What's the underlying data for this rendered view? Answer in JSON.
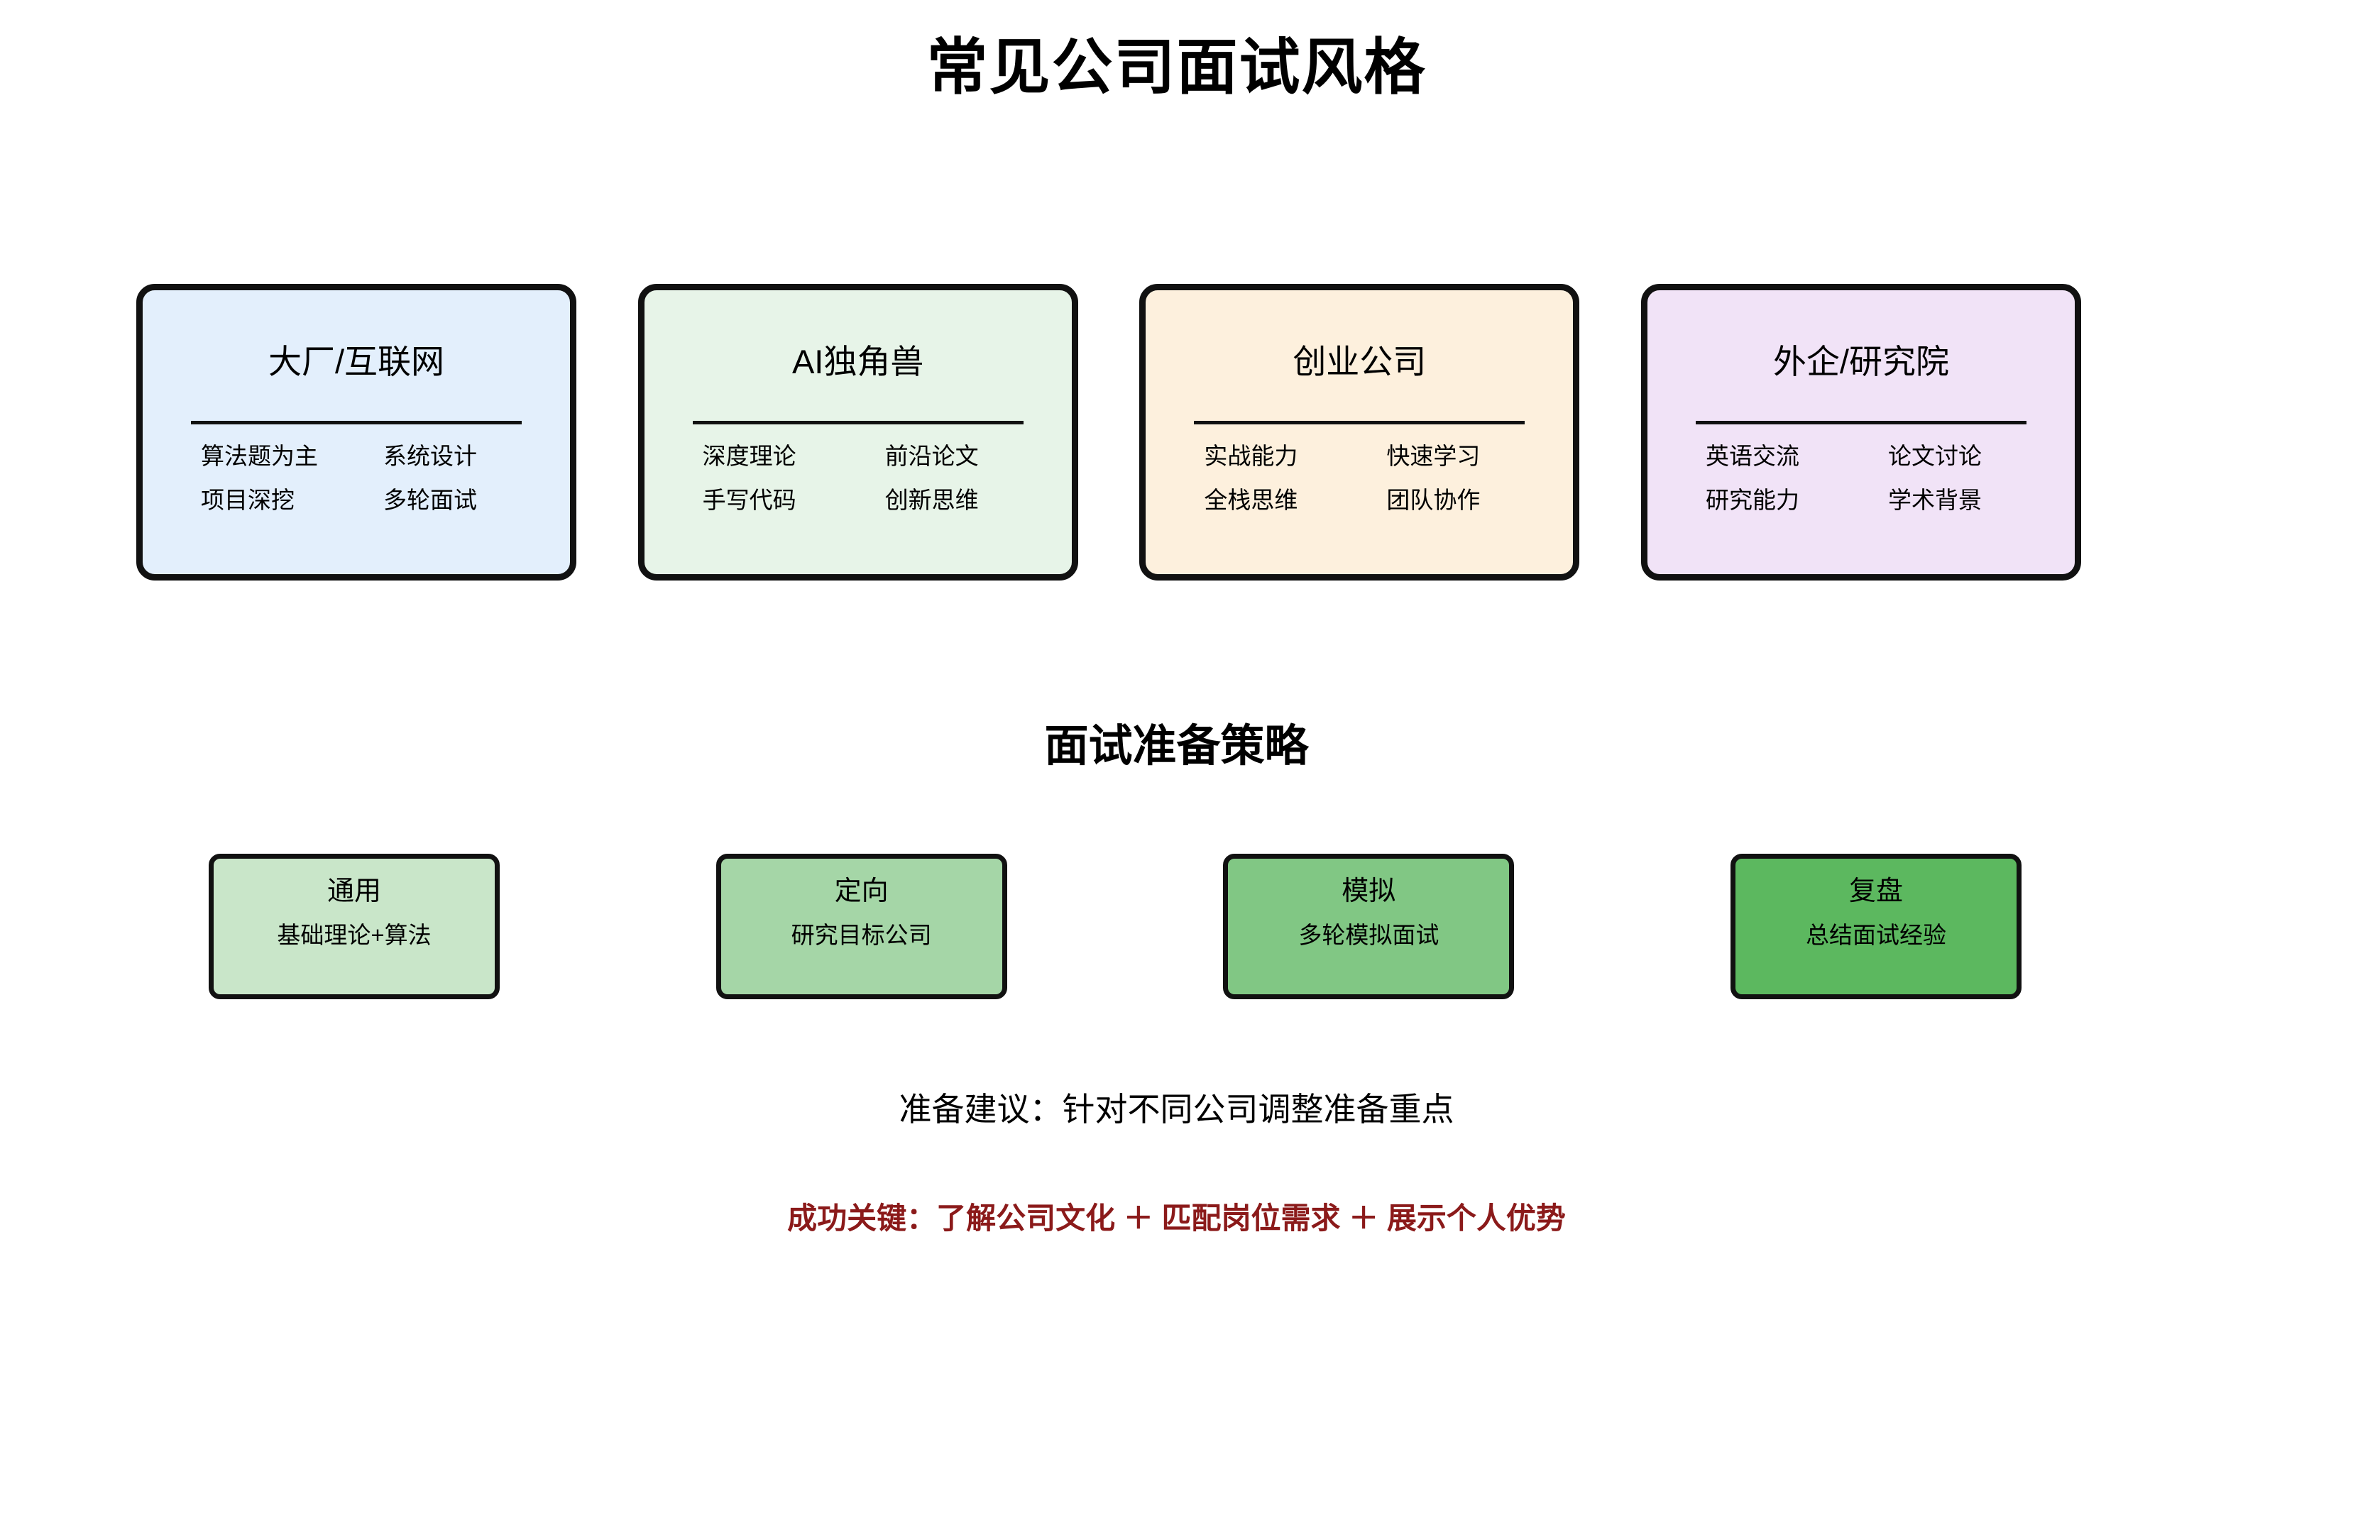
{
  "title": "常见公司面试风格",
  "style_section": {
    "cards": [
      {
        "title": "大厂/互联网",
        "bg": "#e3effc",
        "tags": [
          "算法题为主",
          "系统设计",
          "项目深挖",
          "多轮面试"
        ]
      },
      {
        "title": "AI独角兽",
        "bg": "#e7f4e8",
        "tags": [
          "深度理论",
          "前沿论文",
          "手写代码",
          "创新思维"
        ]
      },
      {
        "title": "创业公司",
        "bg": "#fdf0dd",
        "tags": [
          "实战能力",
          "快速学习",
          "全栈思维",
          "团队协作"
        ]
      },
      {
        "title": "外企/研究院",
        "bg": "#f1e3f7",
        "tags": [
          "英语交流",
          "论文讨论",
          "研究能力",
          "学术背景"
        ]
      }
    ]
  },
  "strategy_section": {
    "heading": "面试准备策略",
    "boxes": [
      {
        "title": "通用",
        "subtitle": "基础理论+算法",
        "bg": "#c9e6c9"
      },
      {
        "title": "定向",
        "subtitle": "研究目标公司",
        "bg": "#a5d6a7"
      },
      {
        "title": "模拟",
        "subtitle": "多轮模拟面试",
        "bg": "#81c784"
      },
      {
        "title": "复盘",
        "subtitle": "总结面试经验",
        "bg": "#5cb85f"
      }
    ]
  },
  "notes": {
    "advice": "准备建议：针对不同公司调整准备重点",
    "key": "成功关键：了解公司文化 ＋ 匹配岗位需求 ＋ 展示个人优势",
    "key_color": "#8b1a1a"
  }
}
